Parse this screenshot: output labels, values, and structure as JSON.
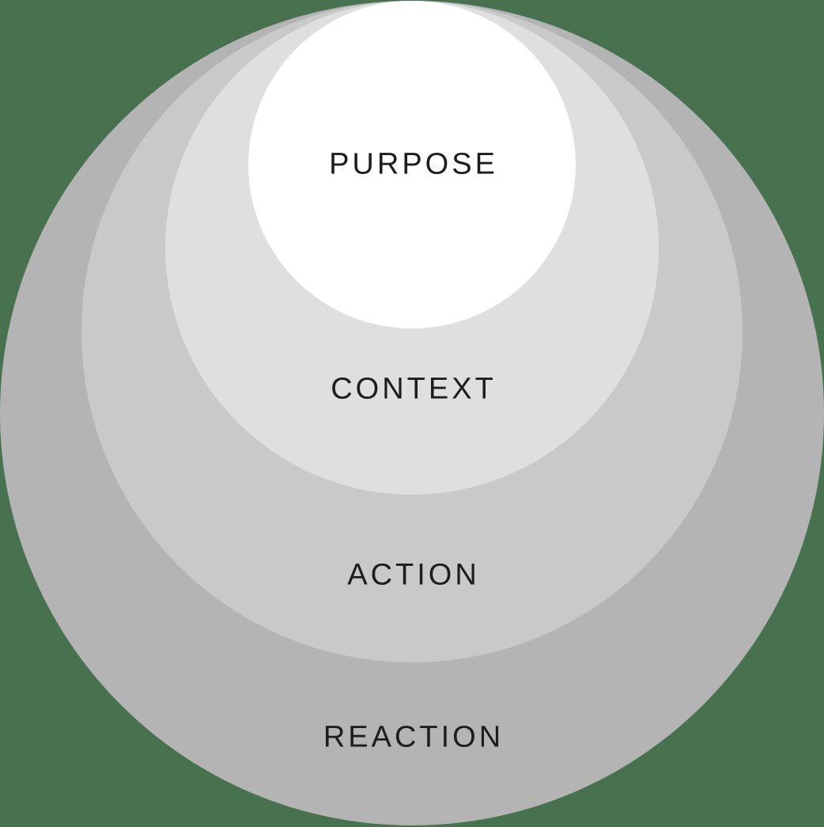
{
  "diagram": {
    "background_color": "#47714F",
    "text_color": "#1D1D1D",
    "rings": [
      {
        "label": "PURPOSE",
        "color": "#FFFFFF"
      },
      {
        "label": "CONTEXT",
        "color": "#DFDFDF"
      },
      {
        "label": "ACTION",
        "color": "#C9C9C9"
      },
      {
        "label": "REACTION",
        "color": "#B4B4B4"
      }
    ]
  }
}
